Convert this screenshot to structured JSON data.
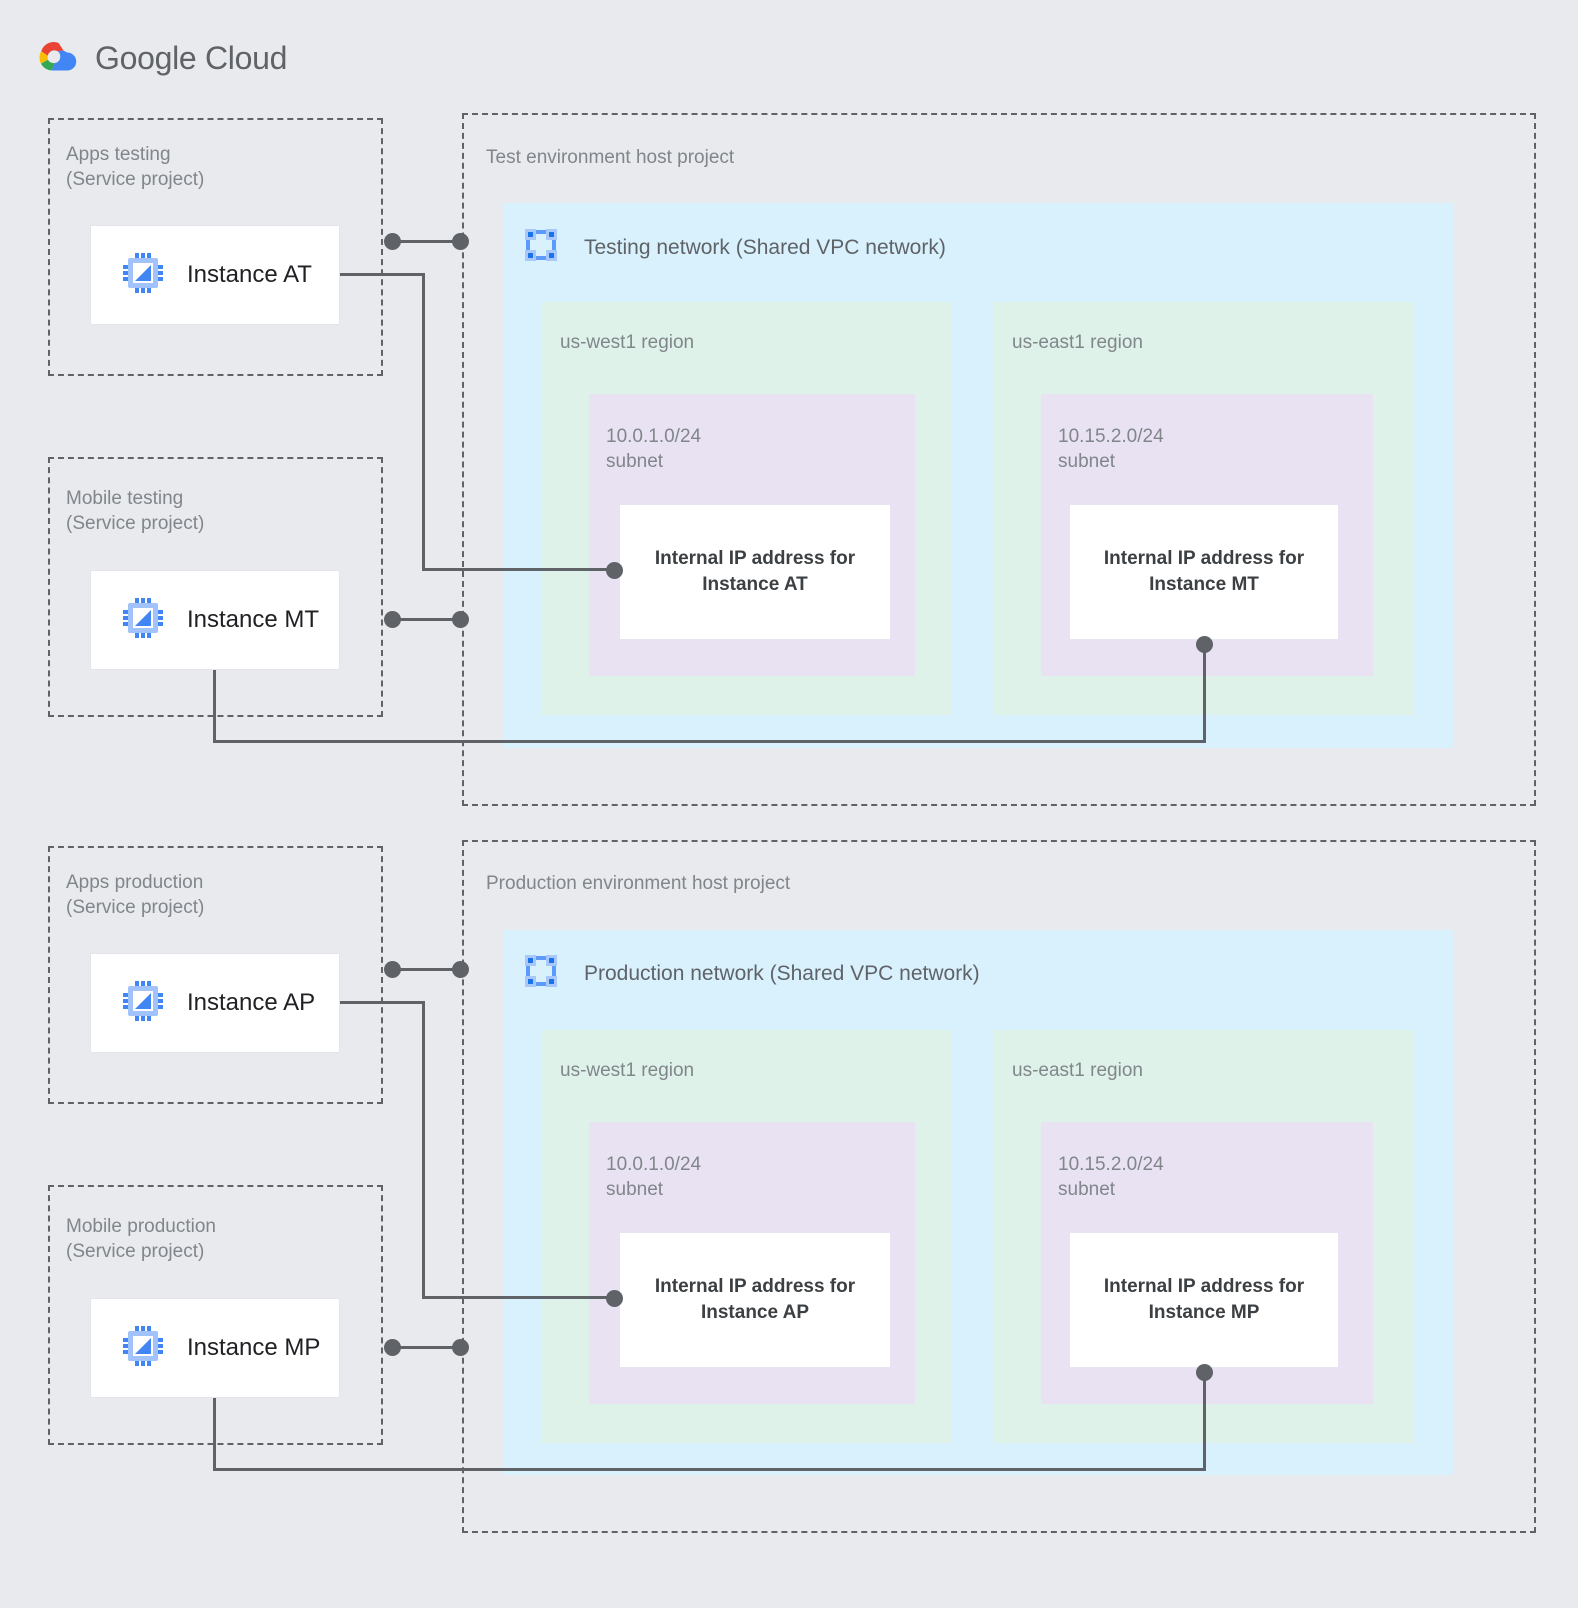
{
  "brand": {
    "name_google": "Google",
    "name_cloud": "Cloud",
    "logo_icon": "google-cloud-logo",
    "colors": {
      "red": "#ea4335",
      "yellow": "#fbbc04",
      "green": "#34a853",
      "blue": "#4285f4",
      "text": "#5f6368"
    }
  },
  "palette": {
    "page_background": "#e8eaed",
    "vpc_fill": "#d9f1fd",
    "region_fill": "#dff2e9",
    "subnet_fill": "#e9e2f3",
    "card_fill": "#ffffff",
    "dashed_border": "#5f6368",
    "connector": "#5f6368",
    "muted_text": "#80868b",
    "strong_text": "#3c4043",
    "icon_blue": "#4285f4",
    "icon_blue_light": "#a1c2fa"
  },
  "service_projects": [
    {
      "id": "apps-testing",
      "title": "Apps testing\n(Service project)",
      "instance": {
        "label": "Instance AT",
        "icon": "compute-instance-icon"
      }
    },
    {
      "id": "mobile-testing",
      "title": "Mobile testing\n(Service project)",
      "instance": {
        "label": "Instance MT",
        "icon": "compute-instance-icon"
      }
    },
    {
      "id": "apps-production",
      "title": "Apps production\n(Service project)",
      "instance": {
        "label": "Instance AP",
        "icon": "compute-instance-icon"
      }
    },
    {
      "id": "mobile-production",
      "title": "Mobile production\n(Service project)",
      "instance": {
        "label": "Instance MP",
        "icon": "compute-instance-icon"
      }
    }
  ],
  "host_projects": [
    {
      "id": "test-env",
      "title": "Test environment host project",
      "network": {
        "title": "Testing network (Shared VPC network)",
        "icon": "vpc-network-icon"
      },
      "regions": [
        {
          "id": "test-us-west1",
          "title": "us-west1 region",
          "subnet": {
            "title": "10.0.1.0/24\nsubnet",
            "cidr": "10.0.1.0/24"
          },
          "ip_reservation": "Internal IP address for\nInstance AT"
        },
        {
          "id": "test-us-east1",
          "title": "us-east1 region",
          "subnet": {
            "title": "10.15.2.0/24\nsubnet",
            "cidr": "10.15.2.0/24"
          },
          "ip_reservation": "Internal IP address for\nInstance MT"
        }
      ]
    },
    {
      "id": "prod-env",
      "title": "Production environment host project",
      "network": {
        "title": "Production network (Shared VPC network)",
        "icon": "vpc-network-icon"
      },
      "regions": [
        {
          "id": "prod-us-west1",
          "title": "us-west1 region",
          "subnet": {
            "title": "10.0.1.0/24\nsubnet",
            "cidr": "10.0.1.0/24"
          },
          "ip_reservation": "Internal IP address for\nInstance AP"
        },
        {
          "id": "prod-us-east1",
          "title": "us-east1 region",
          "subnet": {
            "title": "10.15.2.0/24\nsubnet",
            "cidr": "10.15.2.0/24"
          },
          "ip_reservation": "Internal IP address for\nInstance MP"
        }
      ]
    }
  ]
}
